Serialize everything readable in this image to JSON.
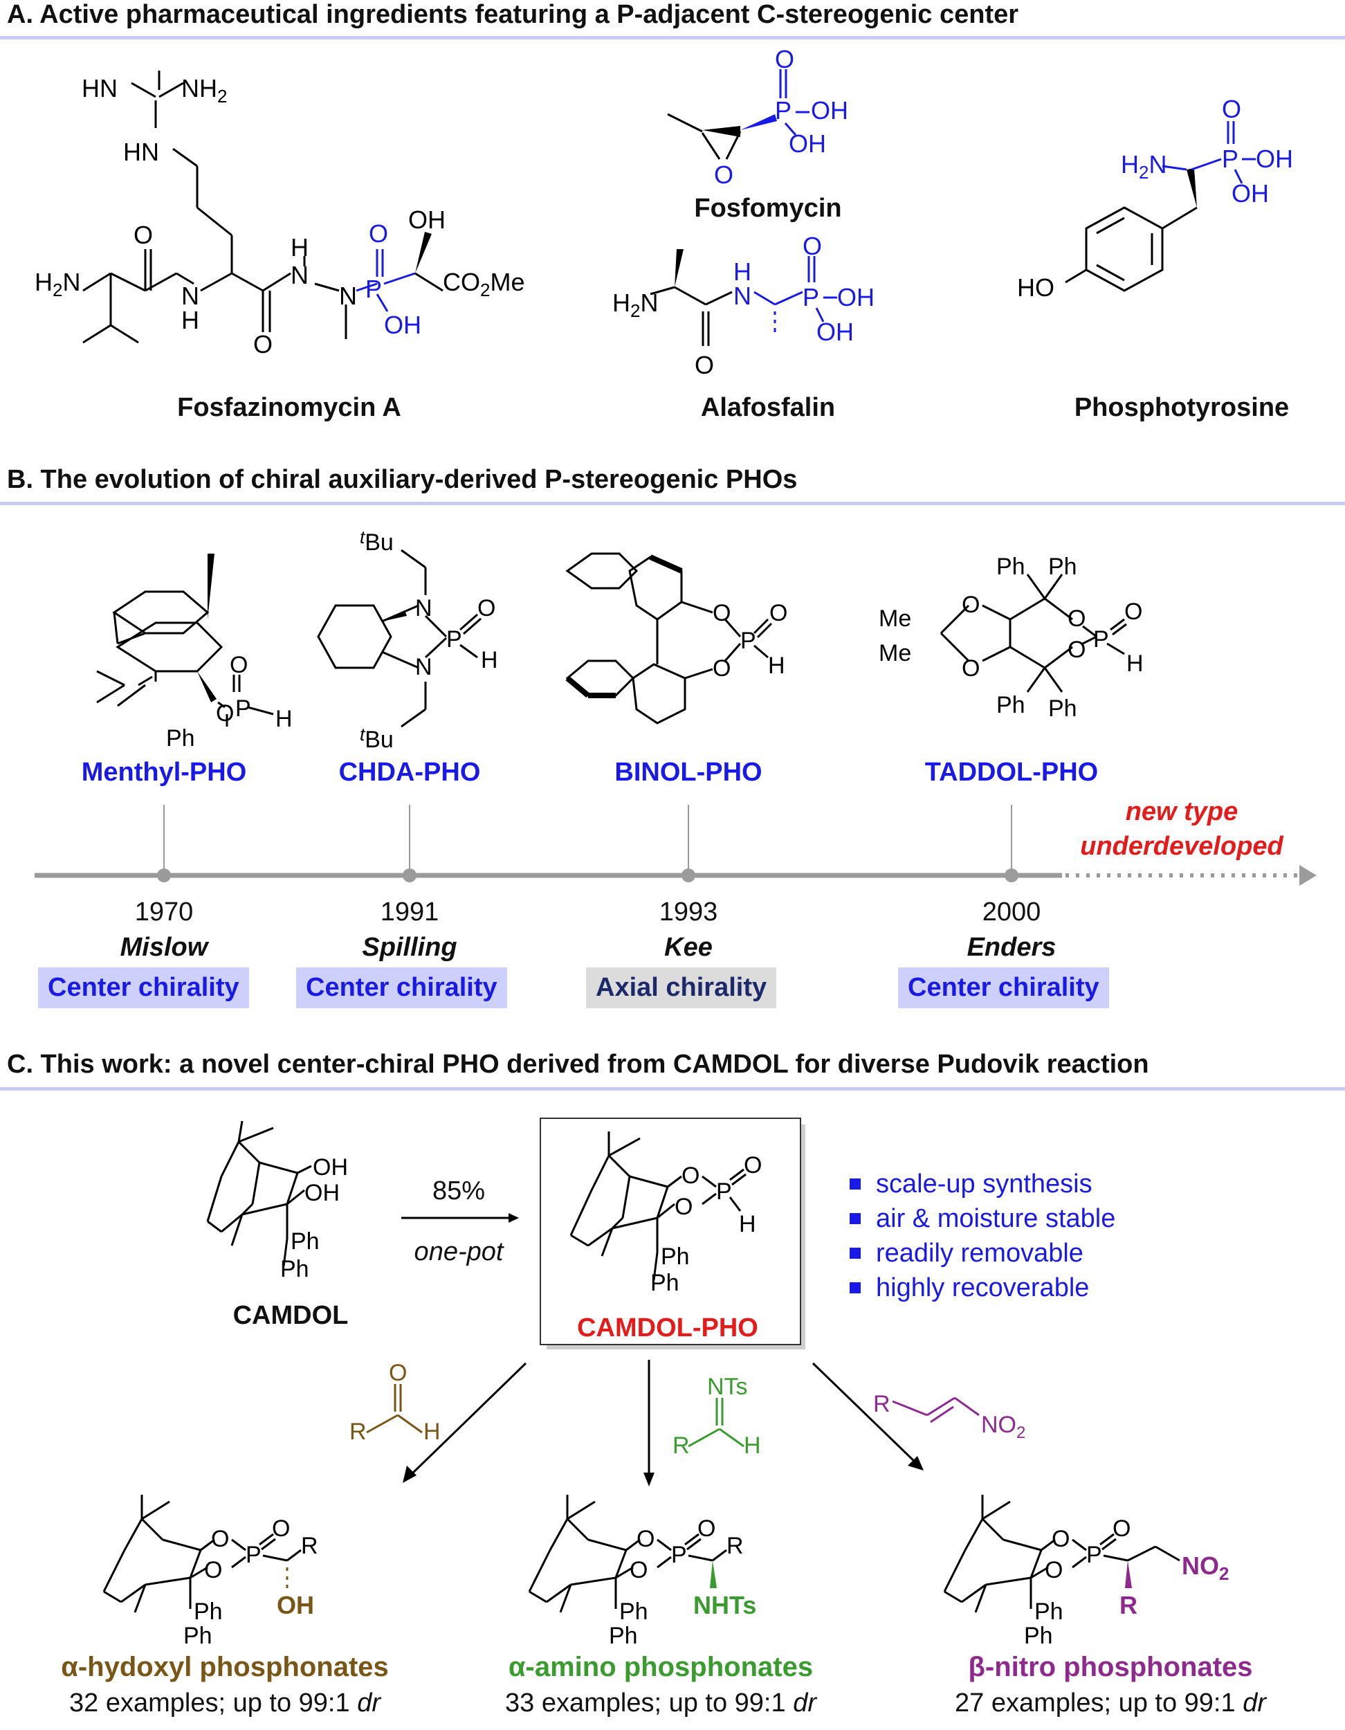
{
  "sectionA": {
    "title": "A. Active pharmaceutical ingredients featuring a P-adjacent C-stereogenic center",
    "compounds": [
      "Fosfazinomycin A",
      "Fosfomycin",
      "Alafosfalin",
      "Phosphotyrosine"
    ]
  },
  "sectionB": {
    "title": "B. The evolution of chiral auxiliary-derived P-stereogenic PHOs",
    "items": [
      {
        "name": "Menthyl-PHO",
        "year": "1970",
        "author": "Mislow",
        "chirality": "Center chirality"
      },
      {
        "name": "CHDA-PHO",
        "year": "1991",
        "author": "Spilling",
        "chirality": "Center chirality"
      },
      {
        "name": "BINOL-PHO",
        "year": "1993",
        "author": "Kee",
        "chirality": "Axial chirality"
      },
      {
        "name": "TADDOL-PHO",
        "year": "2000",
        "author": "Enders",
        "chirality": "Center chirality"
      }
    ],
    "new_type_line1": "new type",
    "new_type_line2": "underdeveloped"
  },
  "sectionC": {
    "title": "C. This work: a novel center-chiral PHO derived from CAMDOL for diverse Pudovik reaction",
    "start": "CAMDOL",
    "yield": "85%",
    "conditions": "one-pot",
    "product": "CAMDOL-PHO",
    "features": [
      "scale-up synthesis",
      "air & moisture stable",
      "readily removable",
      "highly recoverable"
    ],
    "products": [
      {
        "title": "α-hydoxyl phosphonates",
        "count": "32 examples; up to 99:1 ",
        "dr": "dr"
      },
      {
        "title": "α-amino phosphonates",
        "count": "33 examples; up to 99:1 ",
        "dr": "dr"
      },
      {
        "title": "β-nitro phosphonates",
        "count": "27 examples; up to 99:1 ",
        "dr": "dr"
      }
    ]
  },
  "colors": {
    "accent_blue": "#1a1ae6",
    "red": "#e31b1b",
    "rule": "#c9cbf6",
    "brown": "#7a5616",
    "green": "#3a9b2f",
    "purple": "#8e2a8e"
  }
}
